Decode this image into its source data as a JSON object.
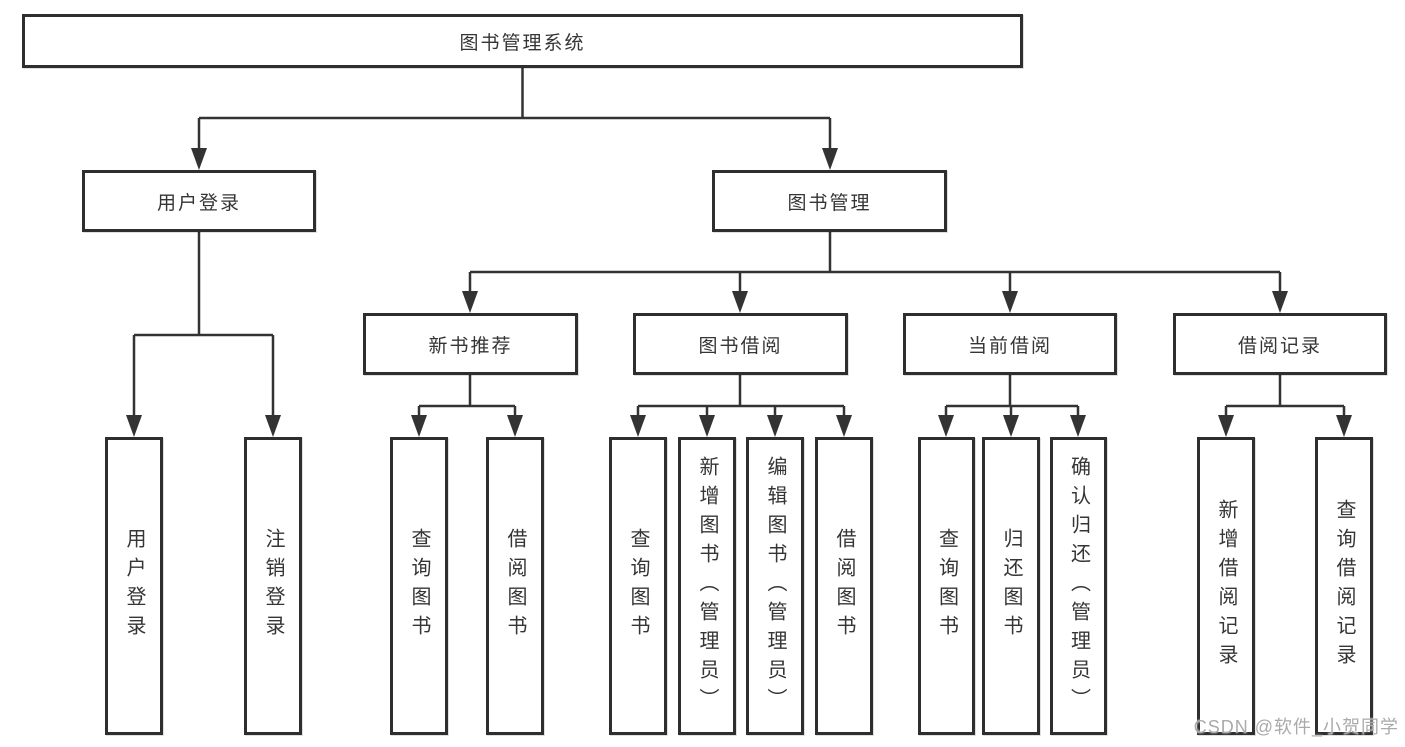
{
  "tree": {
    "label": "图书管理系统",
    "children": [
      {
        "label": "用户登录",
        "children": [
          {
            "label": "用户登录"
          },
          {
            "label": "注销登录"
          }
        ]
      },
      {
        "label": "图书管理",
        "children": [
          {
            "label": "新书推荐",
            "children": [
              {
                "label": "查询图书"
              },
              {
                "label": "借阅图书"
              }
            ]
          },
          {
            "label": "图书借阅",
            "children": [
              {
                "label": "查询图书"
              },
              {
                "label": "新增图书（管理员）"
              },
              {
                "label": "编辑图书（管理员）"
              },
              {
                "label": "借阅图书"
              }
            ]
          },
          {
            "label": "当前借阅",
            "children": [
              {
                "label": "查询图书"
              },
              {
                "label": "归还图书"
              },
              {
                "label": "确认归还（管理员）"
              }
            ]
          },
          {
            "label": "借阅记录",
            "children": [
              {
                "label": "新增借阅记录"
              },
              {
                "label": "查询借阅记录"
              }
            ]
          }
        ]
      }
    ]
  },
  "watermark": "CSDN @软件_小贺同学",
  "colors": {
    "line": "#333333",
    "border": "#2e2e2e",
    "text": "#353535",
    "watermark": "#aaaaaa"
  }
}
